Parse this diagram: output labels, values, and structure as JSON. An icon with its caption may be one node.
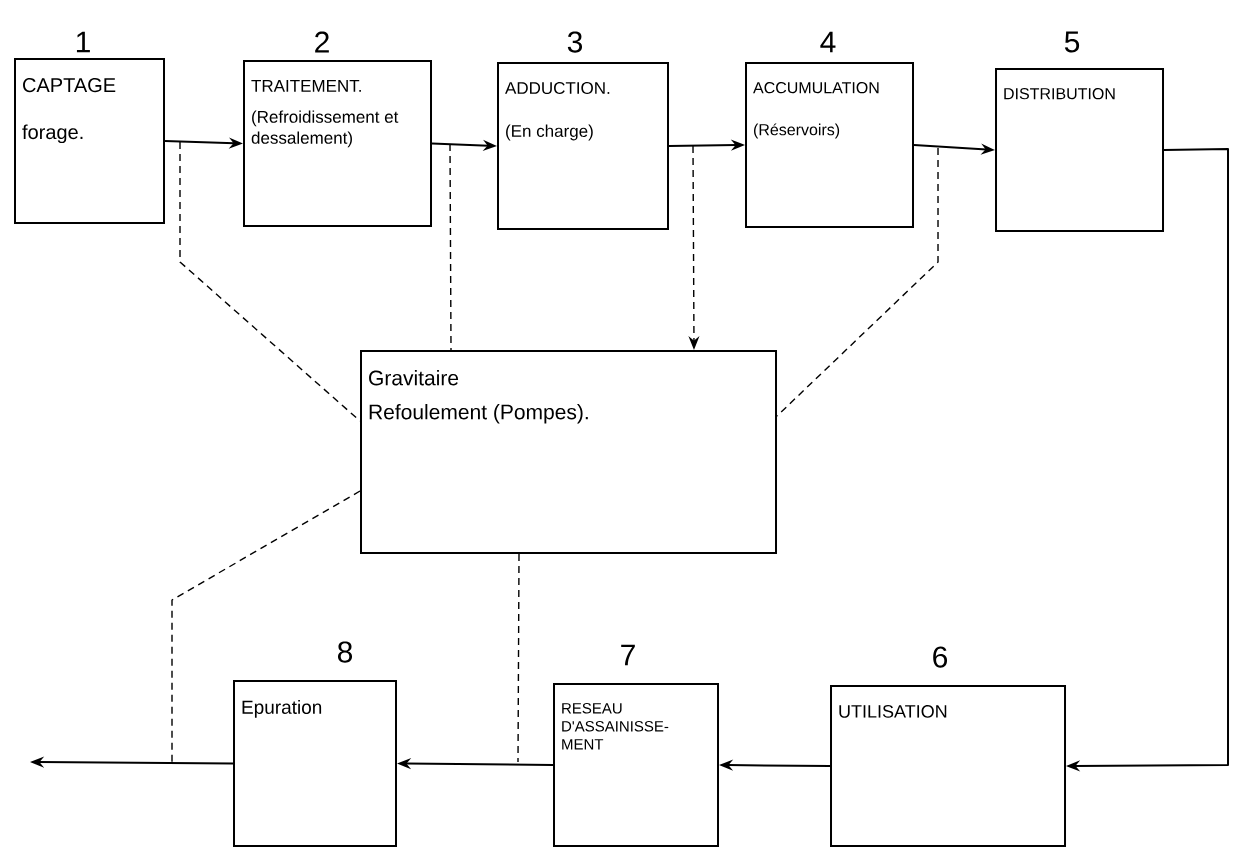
{
  "diagram": {
    "nodes": [
      {
        "text": [
          "CAPTAGE",
          "forage."
        ],
        "beside": [
          "1"
        ]
      },
      {
        "text": [
          "TRAITEMENT.",
          "(Refroidissement et dessalement)"
        ],
        "beside": [
          "2"
        ]
      },
      {
        "text": [
          "ADDUCTION.",
          "(En charge)"
        ],
        "beside": [
          "3"
        ]
      },
      {
        "text": [
          "ACCUMULATION",
          "(Réservoirs)"
        ],
        "beside": [
          "4"
        ]
      },
      {
        "text": [
          "DISTRIBUTION"
        ],
        "beside": [
          "5"
        ]
      },
      {
        "text": [
          "UTILISATION"
        ],
        "beside": [
          "6"
        ]
      },
      {
        "text": [
          "RESEAU D'ASSAINISSE- MENT"
        ],
        "beside": [
          "7"
        ]
      },
      {
        "text": [
          "Epuration"
        ],
        "beside": [
          "8"
        ]
      },
      {
        "text": [
          "Gravitaire",
          "Refoulement (Pompes)."
        ]
      }
    ],
    "edges": [
      {
        "from": 0,
        "to": 1,
        "arrow": "to"
      },
      {
        "from": 1,
        "to": 2,
        "arrow": "to"
      },
      {
        "from": 2,
        "to": 3,
        "arrow": "to"
      },
      {
        "from": 3,
        "to": 4,
        "arrow": "to"
      },
      {
        "from": 4,
        "to": 5,
        "arrow": "to"
      },
      {
        "from": 5,
        "to": 6,
        "arrow": "to"
      },
      {
        "from": 6,
        "to": 7,
        "arrow": "to"
      },
      {
        "from": 7,
        "to": null,
        "arrow": "to"
      },
      {
        "from": null,
        "to": 8,
        "arrow": "none",
        "style": "dashed"
      },
      {
        "from": null,
        "to": 8,
        "arrow": "none",
        "style": "dashed"
      },
      {
        "from": null,
        "to": 8,
        "arrow": "to",
        "style": "dashed"
      },
      {
        "from": null,
        "to": 8,
        "arrow": "none",
        "style": "dashed"
      },
      {
        "from": 8,
        "to": null,
        "arrow": "none",
        "style": "dashed"
      },
      {
        "from": 8,
        "to": null,
        "arrow": "none",
        "style": "dashed"
      }
    ]
  }
}
